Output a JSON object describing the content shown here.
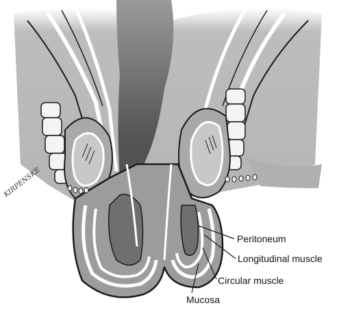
{
  "labels": {
    "peritoneum": "Peritoneum",
    "longitudinal_muscle": "Longitudinal muscle",
    "circular_muscle": "Circular muscle",
    "mucosa": "Mucosa"
  },
  "signature": "KIRPENSKE",
  "colors": {
    "background": "#ffffff",
    "outer_tissue": "#c9c9c9",
    "mid_tissue": "#9a9a9a",
    "dark_tissue": "#5e5e5e",
    "lumen": "#6f6f6f",
    "bone": "#f4f4f4",
    "ink": "#1a1a1a"
  }
}
